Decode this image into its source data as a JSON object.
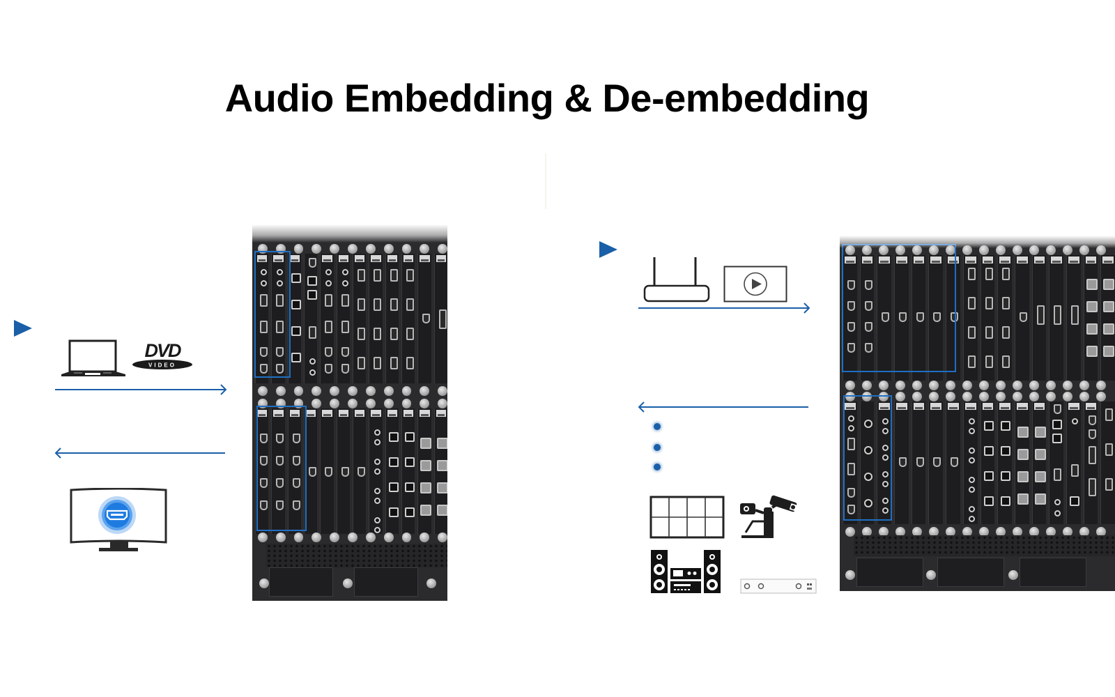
{
  "title": "Audio Embedding & De-embedding",
  "colors": {
    "accent": "#1a5fa8",
    "highlight_box": "#1f6fc4",
    "hdmi_badge": "#1e7be0",
    "icon": "#222222",
    "chassis": "#2b2b2d"
  },
  "left_section": {
    "name": "audio-embedding",
    "marker_icon": "triangle-right-icon",
    "sources": [
      {
        "icon": "laptop-icon"
      },
      {
        "icon": "dvd-video-logo-icon",
        "logo_text_top": "DVD",
        "logo_text_bottom": "VIDEO"
      }
    ],
    "input_arrow": {
      "direction": "right",
      "icon": "arrow-right-icon"
    },
    "output_arrow": {
      "direction": "left",
      "icon": "arrow-left-icon"
    },
    "destination": {
      "icon": "curved-monitor-hdmi-icon"
    },
    "device": {
      "icon": "matrix-switcher-chassis-icon"
    }
  },
  "right_section": {
    "name": "audio-de-embedding",
    "marker_icon": "triangle-right-icon",
    "sources": [
      {
        "icon": "wifi-router-icon"
      },
      {
        "icon": "video-player-icon"
      }
    ],
    "input_arrow": {
      "direction": "right",
      "icon": "arrow-right-icon"
    },
    "output_arrow": {
      "direction": "left",
      "icon": "arrow-left-icon"
    },
    "bullets": [
      "",
      "",
      ""
    ],
    "destinations": [
      {
        "icon": "video-wall-icon"
      },
      {
        "icon": "security-camera-icon"
      },
      {
        "icon": "stereo-system-icon"
      },
      {
        "icon": "audio-device-panel-icon"
      }
    ],
    "device": {
      "icon": "matrix-switcher-chassis-icon"
    }
  }
}
